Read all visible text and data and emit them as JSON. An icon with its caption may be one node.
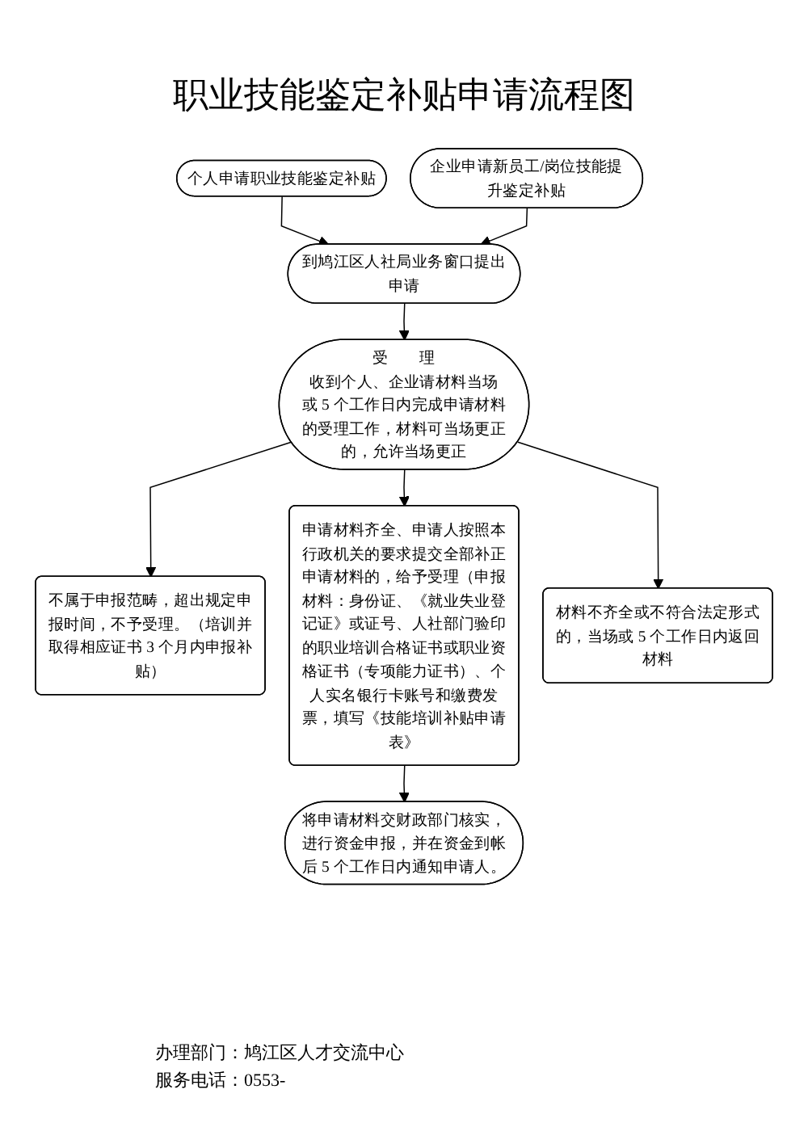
{
  "diagram": {
    "title": "职业技能鉴定补贴申请流程图",
    "nodes": [
      {
        "text": [
          "个人申请职业技能鉴定补贴"
        ]
      },
      {
        "text": [
          "企业申请新员工/岗位技能提升鉴定补贴"
        ]
      },
      {
        "text": [
          "到鸠江区人社局业务窗口提出申请"
        ]
      },
      {
        "text": [
          "受　　理",
          "收到个人、企业请材料当场或 5 个工作日内完成申请材料的受理工作，材料可当场更正的，允许当场更正"
        ]
      },
      {
        "text": [
          "不属于申报范畴，超出规定申报时间，不予受理。（培训并取得相应证书 3 个月内申报补贴）"
        ]
      },
      {
        "text": [
          "申请材料齐全、申请人按照本行政机关的要求提交全部补正申请材料的，给予受理（申报材料：身份证、《就业失业登记证》或证号、人社部门验印的职业培训合格证书或职业资格证书（专项能力证书）、个人实名银行卡账号和缴费发票，填写《技能培训补贴申请表》"
        ]
      },
      {
        "text": [
          "材料不齐全或不符合法定形式的，当场或 5 个工作日内返回材料"
        ]
      },
      {
        "text": [
          "将申请材料交财政部门核实，进行资金申报，并在资金到帐后 5 个工作日内通知申请人。"
        ]
      }
    ],
    "edges": [
      {
        "from": 0,
        "to": 2,
        "arrow": "to"
      },
      {
        "from": 1,
        "to": 2,
        "arrow": "to"
      },
      {
        "from": 2,
        "to": 3,
        "arrow": "to"
      },
      {
        "from": 3,
        "to": 4,
        "arrow": "to"
      },
      {
        "from": 3,
        "to": 5,
        "arrow": "to"
      },
      {
        "from": 3,
        "to": 6,
        "arrow": "to"
      },
      {
        "from": 5,
        "to": 7,
        "arrow": "to"
      }
    ],
    "labels": [
      "办理部门：鸠江区人才交流中心",
      "服务电话：0553-"
    ]
  }
}
